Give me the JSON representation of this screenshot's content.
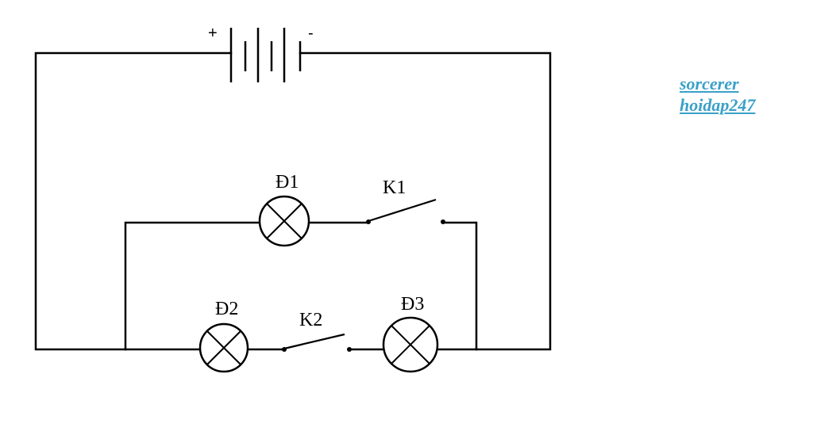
{
  "battery": {
    "plus_label": "+",
    "minus_label": "-"
  },
  "lamps": {
    "d1": "Đ1",
    "d2": "Đ2",
    "d3": "Đ3"
  },
  "switches": {
    "k1": "K1",
    "k2": "K2"
  },
  "watermark": {
    "line1": "sorcerer",
    "line2": "hoidap247",
    "color": "#3aa0c8"
  }
}
